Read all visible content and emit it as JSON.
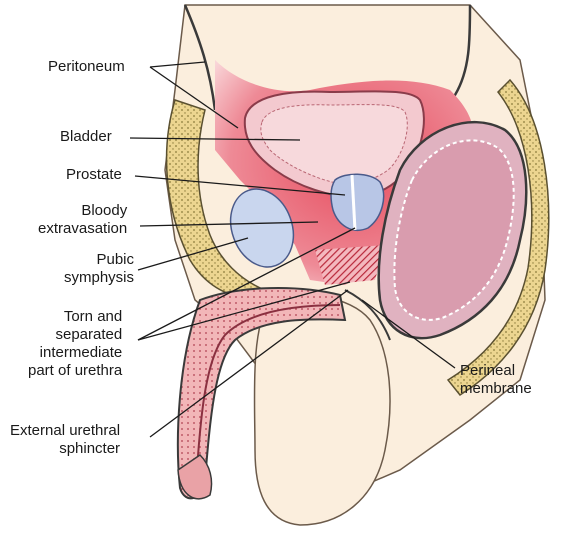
{
  "labels": {
    "peritoneum": "Peritoneum",
    "bladder": "Bladder",
    "prostate": "Prostate",
    "bloody_extravasation": "Bloody\nextravasation",
    "pubic_symphysis": "Pubic\nsymphysis",
    "torn_urethra": "Torn and\nseparated\nintermediate\npart of urethra",
    "external_urethral_sphincter": "External urethral\nsphincter",
    "perineal_membrane": "Perineal\nmembrane"
  },
  "colors": {
    "extravasation": "#e8707a",
    "bladder_wall": "#d98a96",
    "prostate": "#b8c6e6",
    "pubic_bone": "#c9d6ee",
    "bone_texture": "#e7e39a",
    "skin": "#f6e6cf",
    "rectum": "#d9a2b4"
  }
}
